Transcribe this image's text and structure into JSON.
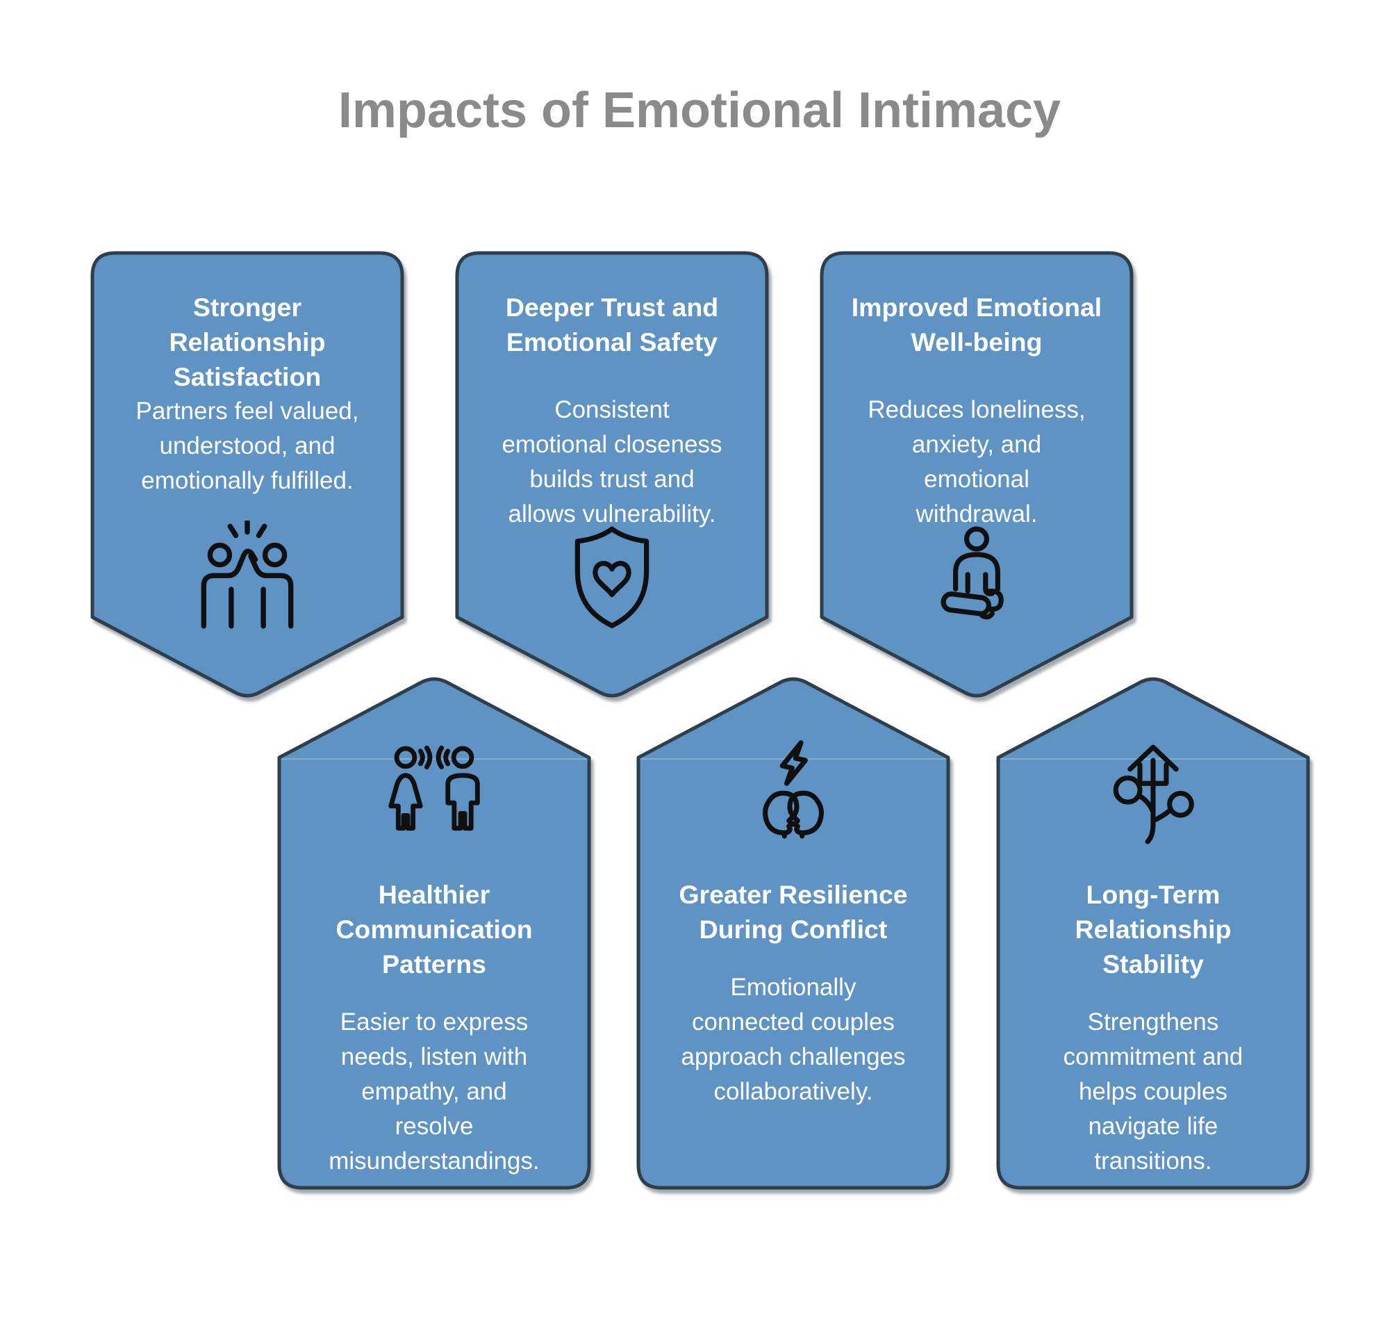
{
  "title": "Impacts of Emotional Intimacy",
  "colors": {
    "card_fill": "#5E93C4",
    "card_border": "#2F3E4B",
    "title_gray": "#8A8A8A",
    "card_text": "#FFFFFF",
    "icon_line": "#101010",
    "background": "#FFFFFF"
  },
  "cards": [
    {
      "icon": "high-five-icon",
      "title": "Stronger\nRelationship\nSatisfaction",
      "body": "Partners feel valued,\nunderstood, and\nemotionally fulfilled."
    },
    {
      "icon": "shield-heart-icon",
      "title": "Deeper Trust and\nEmotional Safety",
      "body": "Consistent\nemotional closeness\nbuilds trust and\nallows vulnerability."
    },
    {
      "icon": "meditation-icon",
      "title": "Improved Emotional\nWell-being",
      "body": "Reduces loneliness,\nanxiety, and\nemotional\nwithdrawal."
    },
    {
      "icon": "communication-icon",
      "title": "Healthier\nCommunication\nPatterns",
      "body": "Easier to express\nneeds, listen with\nempathy, and\nresolve\nmisunderstandings."
    },
    {
      "icon": "conflict-icon",
      "title": "Greater Resilience\nDuring Conflict",
      "body": "Emotionally\nconnected couples\napproach challenges\ncollaboratively."
    },
    {
      "icon": "growth-arrow-icon",
      "title": "Long-Term\nRelationship\nStability",
      "body": "Strengthens\ncommitment and\nhelps couples\nnavigate life\ntransitions."
    }
  ]
}
